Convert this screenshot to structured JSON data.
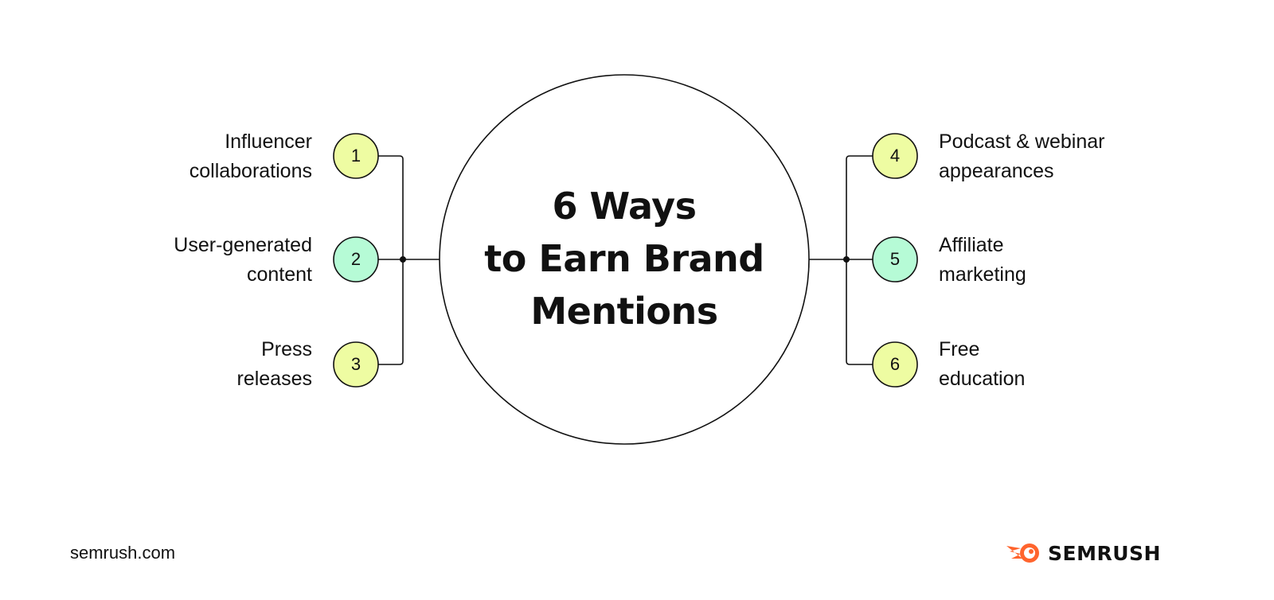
{
  "title": "6 Ways to Earn Brand Mentions",
  "title_lines": [
    "6 Ways",
    "to Earn Brand",
    "Mentions"
  ],
  "items": [
    {
      "number": "1",
      "lines": [
        "Influencer",
        "collaborations"
      ],
      "color": "#eefca2"
    },
    {
      "number": "2",
      "lines": [
        "User-generated",
        "content"
      ],
      "color": "#b6fbd6"
    },
    {
      "number": "3",
      "lines": [
        "Press",
        "releases"
      ],
      "color": "#eefca2"
    },
    {
      "number": "4",
      "lines": [
        "Podcast & webinar",
        "appearances"
      ],
      "color": "#eefca2"
    },
    {
      "number": "5",
      "lines": [
        "Affiliate",
        "marketing"
      ],
      "color": "#b6fbd6"
    },
    {
      "number": "6",
      "lines": [
        "Free",
        "education"
      ],
      "color": "#eefca2"
    }
  ],
  "footer": {
    "site": "semrush.com",
    "brand": "SEMRUSH",
    "brand_color": "#ff642d"
  }
}
